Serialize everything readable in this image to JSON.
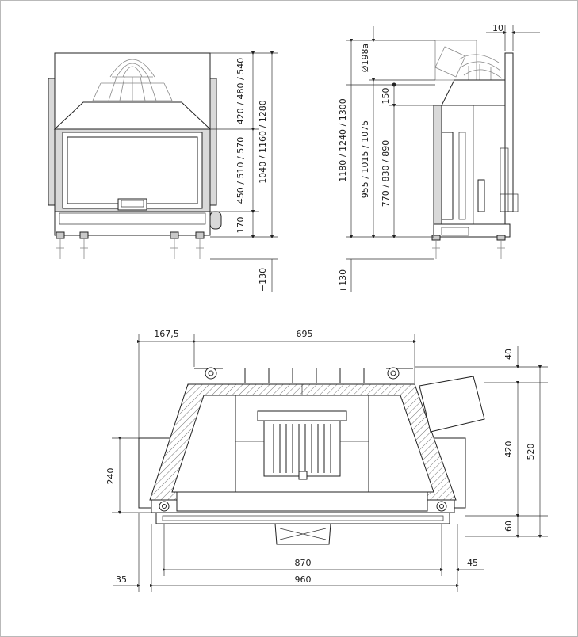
{
  "front_view": {
    "dims": {
      "hood_height": "420 / 480 / 540",
      "opening_height": "450 / 510 / 570",
      "total_height": "1040 / 1160 / 1280",
      "base_height": "170",
      "leg_extension": "+130"
    }
  },
  "side_view": {
    "dims": {
      "top_offset": "10",
      "flue_diameter": "Ø198a",
      "flue_offset": "150",
      "overall_height": "1180 / 1240 / 1300",
      "flue_center_height": "955 / 1015 / 1075",
      "outlet_height": "770 / 830 / 890",
      "leg_extension": "+130"
    }
  },
  "plan_view": {
    "dims": {
      "side_offset": "167,5",
      "inner_width": "695",
      "back_depth": "40",
      "body_depth": "420",
      "total_depth": "520",
      "front_depth": "60",
      "side_depth": "240",
      "front_width": "870",
      "right_margin": "45",
      "left_margin": "35",
      "total_width": "960"
    }
  }
}
